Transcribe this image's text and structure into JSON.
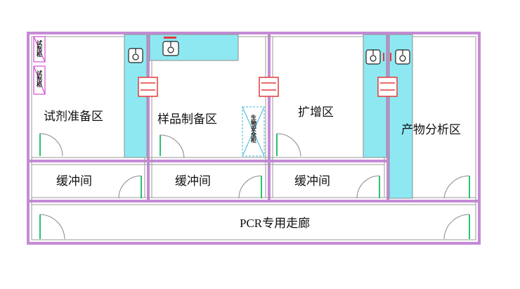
{
  "rooms": {
    "reagent_prep": "试剂准备区",
    "sample_prep": "样品制备区",
    "amplification": "扩增区",
    "product_analysis": "产物分析区",
    "buffer_1": "缓冲间",
    "buffer_2": "缓冲间",
    "buffer_3": "缓冲间",
    "corridor": "PCR专用走廊"
  },
  "fixtures": {
    "reagent_cabinet_1": "试剂柜",
    "reagent_cabinet_2": "试剂柜",
    "biosafety_cabinet": "生物安全柜"
  },
  "colors": {
    "wall": "#c58ad6",
    "wall_inner": "#8e8e8e",
    "bench": "#8ee8f2",
    "door": "#27c36b",
    "fixture_red": "#e53a3a",
    "label": "#111111"
  }
}
